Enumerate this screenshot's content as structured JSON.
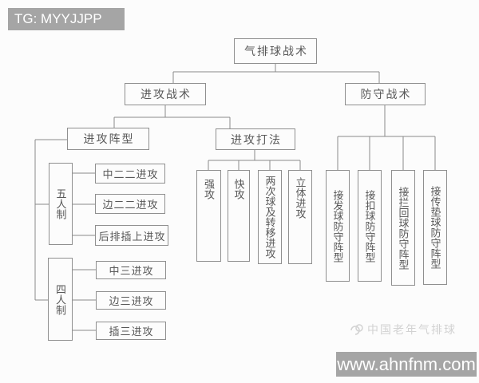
{
  "top_banner": {
    "label": "TG: MYYJJPP"
  },
  "bottom_banner": {
    "label": "www.ahnfnm.com"
  },
  "watermark": {
    "label": "中国老年气排球",
    "logo": "swirl-bird-logo"
  },
  "tree": {
    "label": "气排球战术",
    "children": [
      {
        "label": "进攻战术",
        "children": [
          {
            "label": "进攻阵型",
            "children": [
              {
                "label": "五人制",
                "children": [
                  {
                    "label": "中二二进攻"
                  },
                  {
                    "label": "边二二进攻"
                  },
                  {
                    "label": "后排插上进攻"
                  }
                ]
              },
              {
                "label": "四人制",
                "children": [
                  {
                    "label": "中三进攻"
                  },
                  {
                    "label": "边三进攻"
                  },
                  {
                    "label": "插三进攻"
                  }
                ]
              }
            ]
          },
          {
            "label": "进攻打法",
            "children": [
              {
                "label": "强攻"
              },
              {
                "label": "快攻"
              },
              {
                "label": "两次球及转移进攻"
              },
              {
                "label": "立体进攻"
              }
            ]
          }
        ]
      },
      {
        "label": "防守战术",
        "children": [
          {
            "label": "接发球防守阵型"
          },
          {
            "label": "接扣球防守阵型"
          },
          {
            "label": "接拦回球防守阵型"
          },
          {
            "label": "接传垫球防守阵型"
          }
        ]
      }
    ]
  },
  "colors": {
    "background": "#fcfcfc",
    "banner_background": "#a5a5a5",
    "banner_text": "#ffffff",
    "box_border": "#8f8f8f",
    "box_text": "#585858",
    "connector_line": "#8a8a8a",
    "watermark_text": "#d2d2d2"
  }
}
